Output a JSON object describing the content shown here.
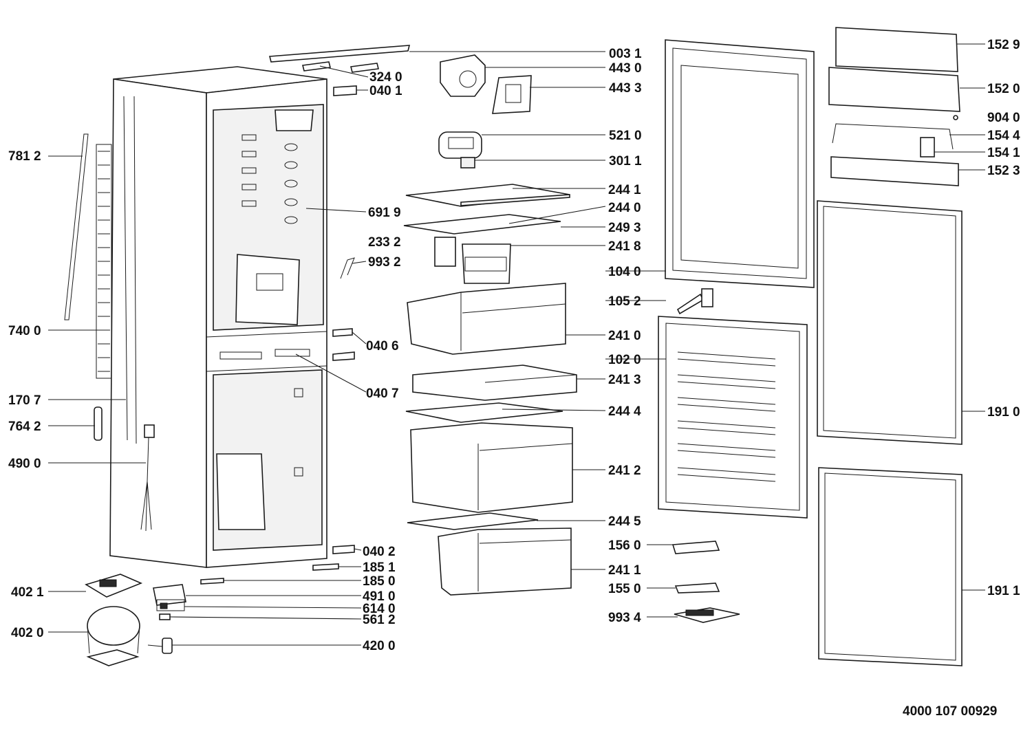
{
  "diagram": {
    "document_number": "4000 107 00929",
    "parts": [
      {
        "key": "p7812",
        "label": "781 2"
      },
      {
        "key": "p7400",
        "label": "740 0"
      },
      {
        "key": "p1707",
        "label": "170 7"
      },
      {
        "key": "p7642",
        "label": "764 2"
      },
      {
        "key": "p4900",
        "label": "490 0"
      },
      {
        "key": "p4021",
        "label": "402 1"
      },
      {
        "key": "p4020",
        "label": "402 0"
      },
      {
        "key": "p3240",
        "label": "324 0"
      },
      {
        "key": "p0401",
        "label": "040 1"
      },
      {
        "key": "p6919",
        "label": "691 9"
      },
      {
        "key": "p2332",
        "label": "233 2"
      },
      {
        "key": "p9932",
        "label": "993 2"
      },
      {
        "key": "p0406",
        "label": "040 6"
      },
      {
        "key": "p0407",
        "label": "040 7"
      },
      {
        "key": "p0402",
        "label": "040 2"
      },
      {
        "key": "p1851",
        "label": "185 1"
      },
      {
        "key": "p1850",
        "label": "185 0"
      },
      {
        "key": "p4910",
        "label": "491 0"
      },
      {
        "key": "p6140",
        "label": "614 0"
      },
      {
        "key": "p5612",
        "label": "561 2"
      },
      {
        "key": "p4200",
        "label": "420 0"
      },
      {
        "key": "p0031",
        "label": "003 1"
      },
      {
        "key": "p4430",
        "label": "443 0"
      },
      {
        "key": "p4433",
        "label": "443 3"
      },
      {
        "key": "p5210",
        "label": "521 0"
      },
      {
        "key": "p3011",
        "label": "301 1"
      },
      {
        "key": "p2441",
        "label": "244 1"
      },
      {
        "key": "p2440",
        "label": "244 0"
      },
      {
        "key": "p2493",
        "label": "249 3"
      },
      {
        "key": "p2418",
        "label": "241 8"
      },
      {
        "key": "p1040",
        "label": "104 0"
      },
      {
        "key": "p1052",
        "label": "105 2"
      },
      {
        "key": "p2410",
        "label": "241 0"
      },
      {
        "key": "p1020",
        "label": "102 0"
      },
      {
        "key": "p2413",
        "label": "241 3"
      },
      {
        "key": "p2444",
        "label": "244 4"
      },
      {
        "key": "p2412",
        "label": "241 2"
      },
      {
        "key": "p2445",
        "label": "244 5"
      },
      {
        "key": "p1560",
        "label": "156 0"
      },
      {
        "key": "p2411",
        "label": "241 1"
      },
      {
        "key": "p1550",
        "label": "155 0"
      },
      {
        "key": "p9934",
        "label": "993 4"
      },
      {
        "key": "p1529",
        "label": "152 9"
      },
      {
        "key": "p1520",
        "label": "152 0"
      },
      {
        "key": "p9040",
        "label": "904 0"
      },
      {
        "key": "p1544",
        "label": "154 4"
      },
      {
        "key": "p1541",
        "label": "154 1"
      },
      {
        "key": "p1523",
        "label": "152 3"
      },
      {
        "key": "p1910",
        "label": "191 0"
      },
      {
        "key": "p1911",
        "label": "191 1"
      }
    ]
  }
}
